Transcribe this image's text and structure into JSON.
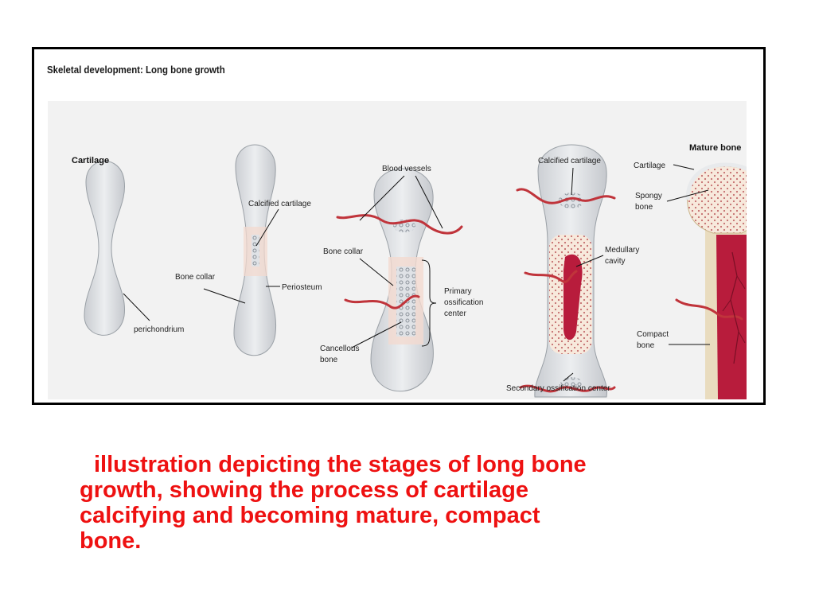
{
  "figure": {
    "title": "Skeletal development: Long bone growth",
    "stages": {
      "cartilage": {
        "heading": "Cartilage",
        "labels": {
          "perichondrium": "perichondrium"
        }
      },
      "calcifying": {
        "labels": {
          "calcified_cartilage": "Calcified cartilage",
          "bone_collar": "Bone collar",
          "periosteum": "Periosteum"
        }
      },
      "primary_ossification": {
        "labels": {
          "blood_vessels": "Blood vessels",
          "bone_collar": "Bone collar",
          "primary_ossification_center": [
            "Primary",
            "ossification",
            "center"
          ],
          "cancellous_bone": [
            "Cancellous",
            "bone"
          ]
        }
      },
      "secondary_ossification": {
        "labels": {
          "calcified_cartilage": "Calcified cartilage",
          "medullary_cavity": [
            "Medullary",
            "cavity"
          ],
          "secondary_ossification_center": "Secondary ossification center"
        }
      },
      "mature_bone": {
        "heading": "Mature bone",
        "labels": {
          "cartilage": "Cartilage",
          "spongy_bone": [
            "Spongy",
            "bone"
          ],
          "compact_bone": [
            "Compact",
            "bone"
          ]
        }
      }
    }
  },
  "caption": {
    "lines": [
      "illustration depicting the stages of long bone",
      "growth, showing the process of cartilage",
      "calcifying and becoming mature, compact",
      "bone."
    ]
  },
  "colors": {
    "caption": "#ee1111",
    "bone_fill": "#e1e3e6",
    "blood_vessel": "#c0343b",
    "marrow": "#b81c3c",
    "periosteum": "#f3d9cf",
    "compact_bone": "#e9dcbf"
  }
}
